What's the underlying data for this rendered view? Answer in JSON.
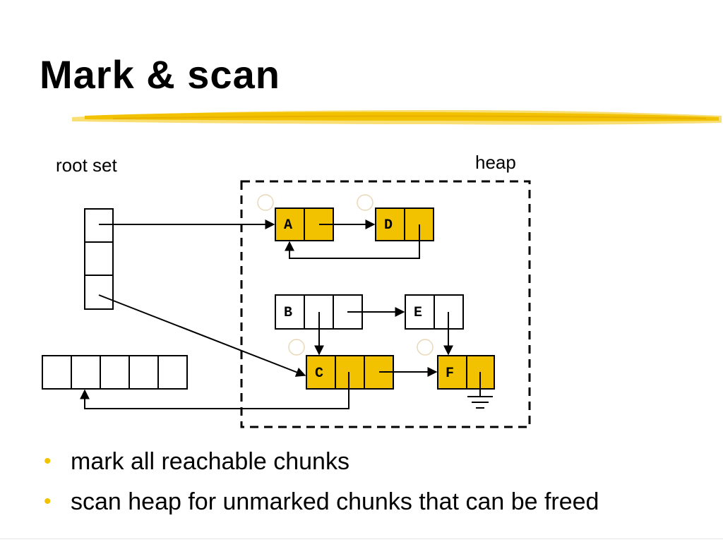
{
  "slide": {
    "title": "Mark & scan",
    "accent_color": "#f2c200"
  },
  "diagram": {
    "root_set_label": "root set",
    "heap_label": "heap",
    "nodes": {
      "A": {
        "label": "A",
        "marked": true
      },
      "D": {
        "label": "D",
        "marked": true
      },
      "B": {
        "label": "B",
        "marked": false
      },
      "E": {
        "label": "E",
        "marked": false
      },
      "C": {
        "label": "C",
        "marked": true
      },
      "F": {
        "label": "F",
        "marked": true
      }
    },
    "marked_fill": "#f2c200",
    "unmarked_fill": "#ffffff"
  },
  "bullets": [
    "mark all reachable chunks",
    "scan heap for unmarked chunks that can be freed"
  ]
}
